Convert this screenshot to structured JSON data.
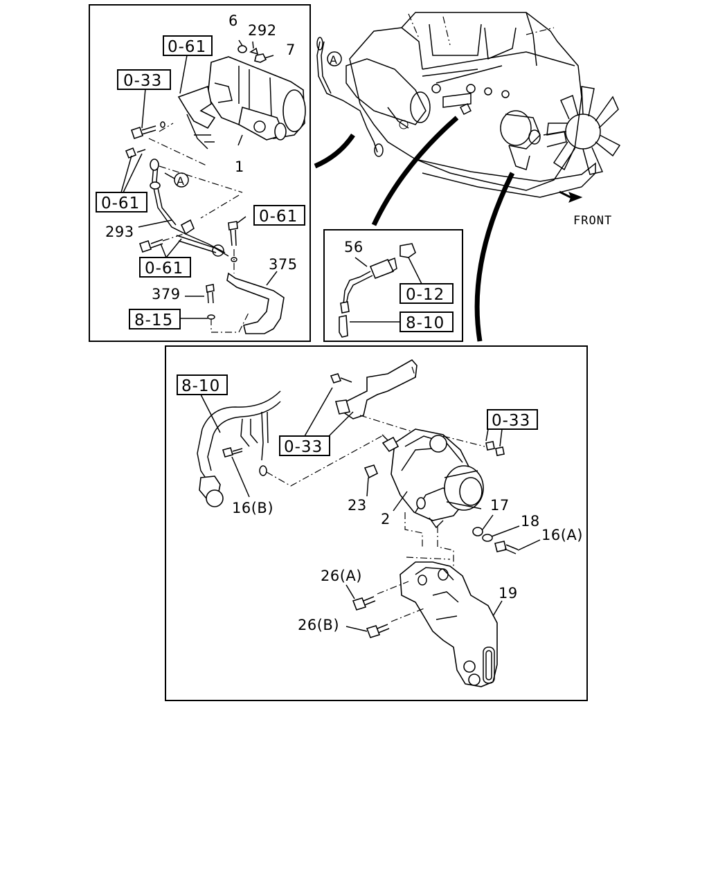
{
  "inset_starter": {
    "part_numbers": {
      "p6": "6",
      "p292": "292",
      "p7": "7",
      "p1": "1",
      "p293": "293",
      "p375": "375",
      "p379": "379"
    },
    "callout_letter": "A",
    "refs": {
      "r061_top": "0-61",
      "r033": "0-33",
      "r061_left": "0-61",
      "r061_bolt": "0-61",
      "r061_bottom": "0-61",
      "r815": "8-15"
    }
  },
  "inset_sensor": {
    "part_numbers": {
      "p56": "56"
    },
    "refs": {
      "r012": "0-12",
      "r810": "8-10"
    }
  },
  "engine_overview": {
    "callout_letter": "A",
    "direction_label": "FRONT"
  },
  "inset_alternator": {
    "part_numbers": {
      "p16b": "16(B)",
      "p23": "23",
      "p2": "2",
      "p17": "17",
      "p18": "18",
      "p16a": "16(A)",
      "p26a": "26(A)",
      "p26b": "26(B)",
      "p19": "19"
    },
    "refs": {
      "r810": "8-10",
      "r033_left": "0-33",
      "r033_right": "0-33"
    }
  }
}
